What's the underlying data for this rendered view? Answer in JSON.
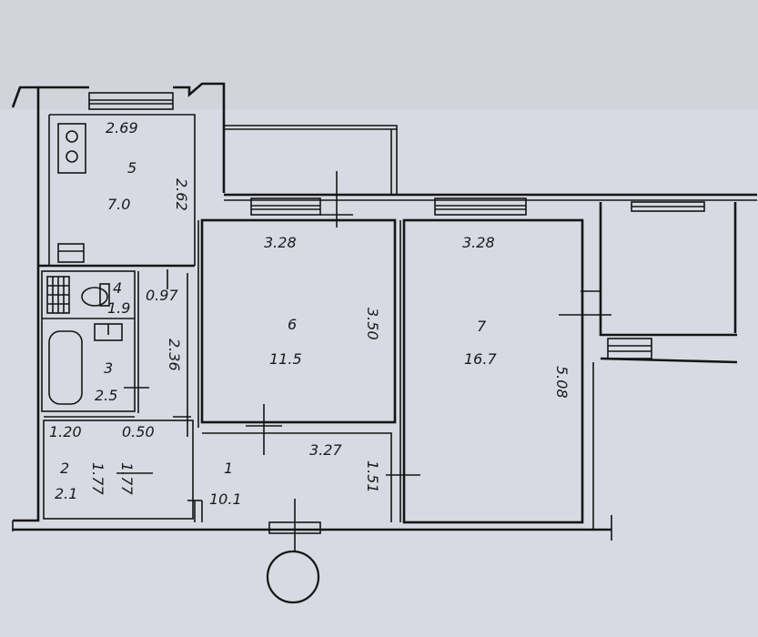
{
  "colors": {
    "paper": "#d8dae3",
    "paper_top": "#d2d4dc",
    "ink": "#151515"
  },
  "rooms": [
    {
      "id": "5",
      "number": "5",
      "area": "7.0",
      "dims": [
        "2.69",
        "2.62"
      ]
    },
    {
      "id": "4",
      "number": "4",
      "area": "1.9",
      "dims": [
        "0.97"
      ]
    },
    {
      "id": "3",
      "number": "3",
      "area": "2.5",
      "dims": [
        "2.36"
      ]
    },
    {
      "id": "2",
      "number": "2",
      "area": "2.1",
      "dims": [
        "1.20",
        "0.50",
        "1.77",
        "1.77"
      ]
    },
    {
      "id": "1",
      "number": "1",
      "area": "10.1",
      "dims": [
        "3.27",
        "1.51"
      ]
    },
    {
      "id": "6",
      "number": "6",
      "area": "11.5",
      "dims": [
        "3.28",
        "3.50"
      ]
    },
    {
      "id": "7",
      "number": "7",
      "area": "16.7",
      "dims": [
        "3.28",
        "5.08"
      ]
    }
  ],
  "icons": [
    "stove-icon",
    "sink-icon",
    "toilet-icon",
    "bathtub-icon",
    "entrance-circle-icon"
  ]
}
